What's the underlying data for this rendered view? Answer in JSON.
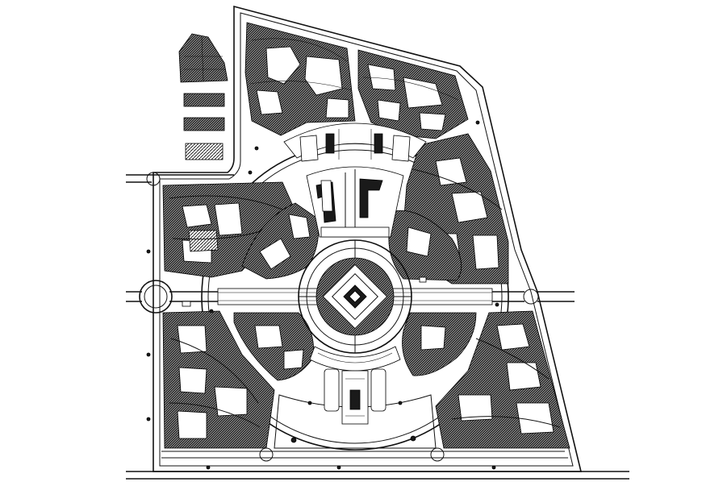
{
  "drawing": {
    "background": "#ffffff",
    "line_color": "#111111",
    "fill_color": "#1a1a1a",
    "legend_thumbnails": [
      "site-key-plan",
      "section-strip-a",
      "section-strip-b",
      "section-strip-c"
    ]
  }
}
